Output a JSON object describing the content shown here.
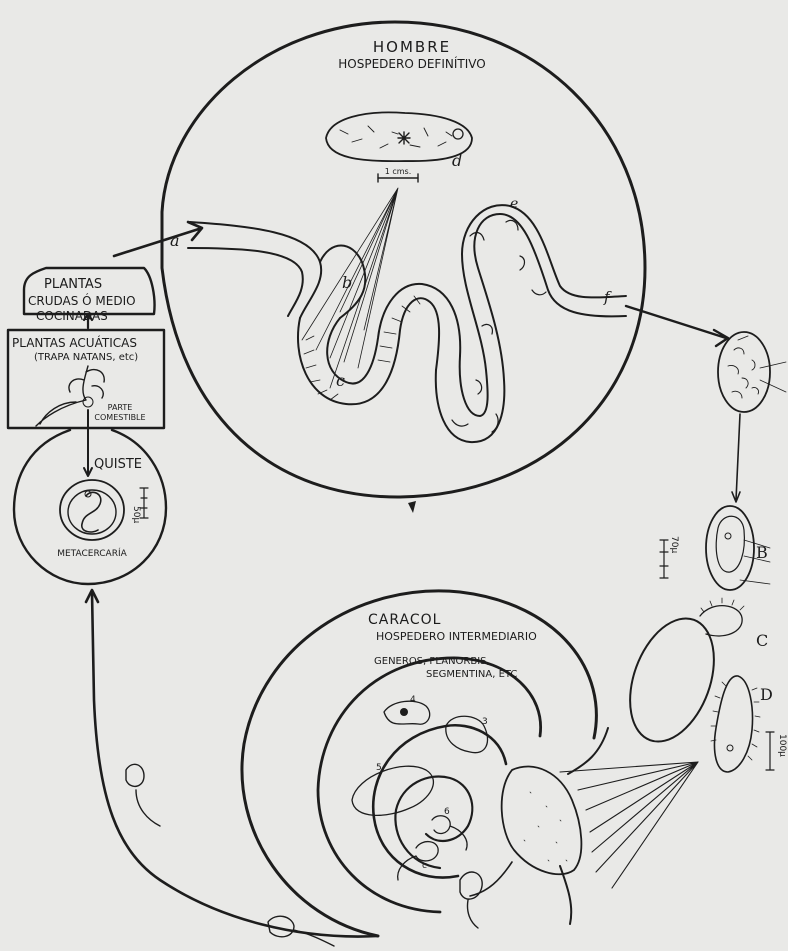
{
  "host_definitive": {
    "title": "HOMBRE",
    "subtitle": "HOSPEDERO DEFINÍTIVO",
    "scale": "1 cms.",
    "labels": {
      "a": "a",
      "b": "b",
      "c": "c",
      "d": "d",
      "e": "e",
      "f": "f"
    }
  },
  "plants": {
    "raw": [
      "PLANTAS",
      "CRUDAS Ó MEDIO",
      "COCINADAS"
    ],
    "aquatic_title": "PLANTAS ACUÁTICAS",
    "aquatic_example": "(TRAPA NATANS, etc)",
    "edible_part": [
      "PARTE",
      "COMESTIBLE"
    ]
  },
  "cyst": {
    "label": "QUISTE",
    "stage": "METACERCARÍA",
    "scale": "50μ"
  },
  "egg_stages": {
    "scale_egg": "70μ",
    "B": "B",
    "C": "C",
    "D": "D",
    "scale_miracidium": "100μ"
  },
  "snail": {
    "title": "CARACOL",
    "subtitle": "HOSPEDERO INTERMEDIARIO",
    "genera": [
      "GENEROS, PLANORBIS,",
      "SEGMENTINA, ETC"
    ],
    "stage_numbers": [
      "4",
      "3",
      "5",
      "6",
      "c"
    ]
  },
  "colors": {
    "ink": "#1d1d1d",
    "paper": "#e9e9e7"
  }
}
